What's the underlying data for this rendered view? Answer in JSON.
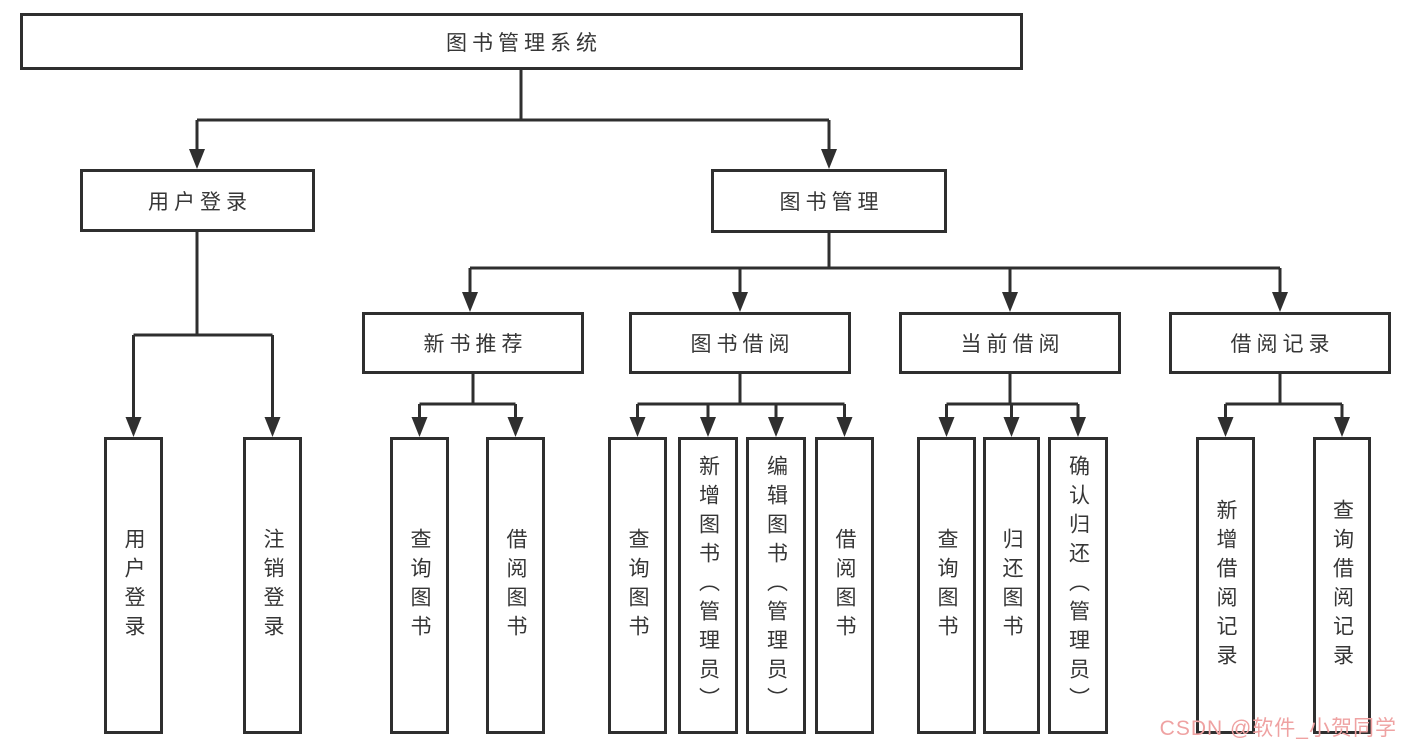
{
  "diagram": {
    "title": "图书管理系统",
    "branches": [
      {
        "label": "用户登录",
        "children": [
          "用户登录",
          "注销登录"
        ]
      },
      {
        "label": "图书管理",
        "sections": [
          {
            "label": "新书推荐",
            "children": [
              "查询图书",
              "借阅图书"
            ]
          },
          {
            "label": "图书借阅",
            "children": [
              "查询图书",
              "新增图书（管理员）",
              "编辑图书（管理员）",
              "借阅图书"
            ]
          },
          {
            "label": "当前借阅",
            "children": [
              "查询图书",
              "归还图书",
              "确认归还（管理员）"
            ]
          },
          {
            "label": "借阅记录",
            "children": [
              "新增借阅记录",
              "查询借阅记录"
            ]
          }
        ]
      }
    ]
  },
  "watermark": "CSDN @软件_小贺同学",
  "colors": {
    "line": "#2f2f2f",
    "text": "#363636",
    "box_background": "#ffffff",
    "watermark": "#efa2a2"
  }
}
